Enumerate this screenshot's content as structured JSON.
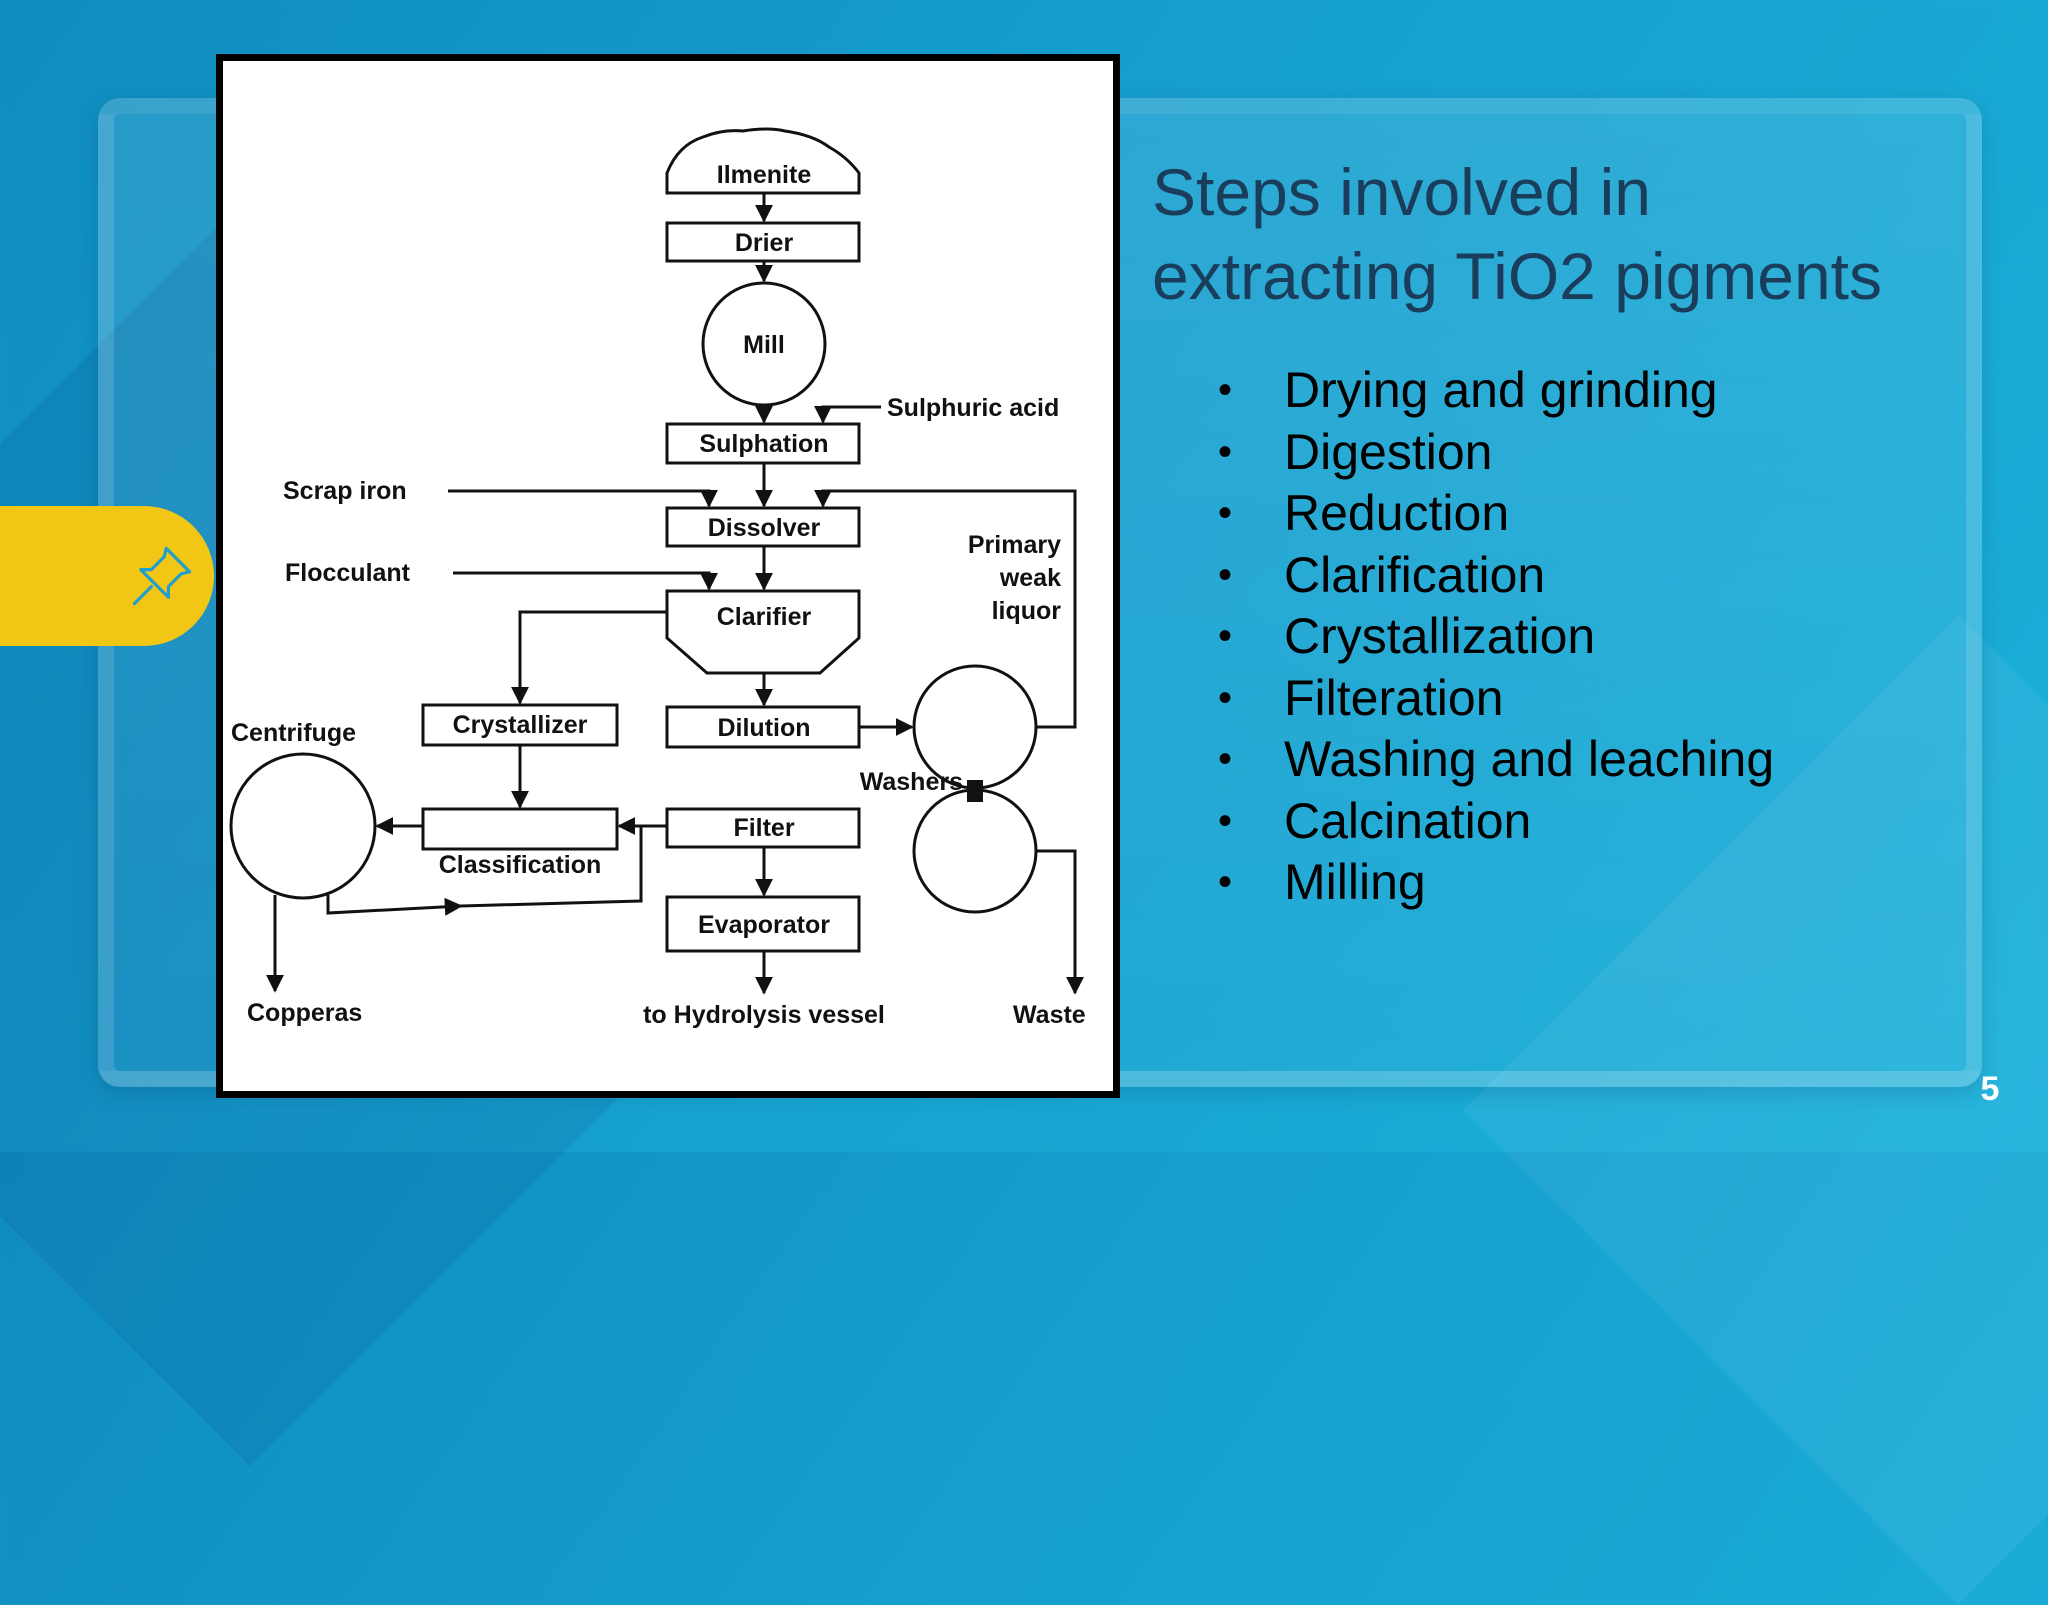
{
  "slide": {
    "title_lines": [
      "Steps involved in",
      "extracting TiO2 pigments"
    ],
    "bullets": [
      "Drying and grinding",
      "Digestion",
      "Reduction",
      "Clarification",
      "Crystallization",
      "Filteration",
      "Washing and leaching",
      "Calcination",
      "Milling"
    ],
    "page_number": "5"
  },
  "diagram": {
    "ilmenite": "Ilmenite",
    "drier": "Drier",
    "mill": "Mill",
    "sulphuric_acid": "Sulphuric acid",
    "sulphation": "Sulphation",
    "scrap_iron": "Scrap iron",
    "dissolver": "Dissolver",
    "primary": "Primary",
    "weak": "weak",
    "liquor": "liquor",
    "flocculant": "Flocculant",
    "clarifier": "Clarifier",
    "centrifuge": "Centrifuge",
    "crystallizer": "Crystallizer",
    "dilution": "Dilution",
    "washers": "Washers",
    "filter": "Filter",
    "classification": "Classification",
    "evaporator": "Evaporator",
    "copperas": "Copperas",
    "to_hydrolysis": "to Hydrolysis vessel",
    "waste": "Waste"
  },
  "icons": {
    "pin": "pushpin-icon"
  },
  "colors": {
    "accent_yellow": "#f2c614",
    "title_color": "#1b3d5c",
    "background": "#169fcf"
  }
}
